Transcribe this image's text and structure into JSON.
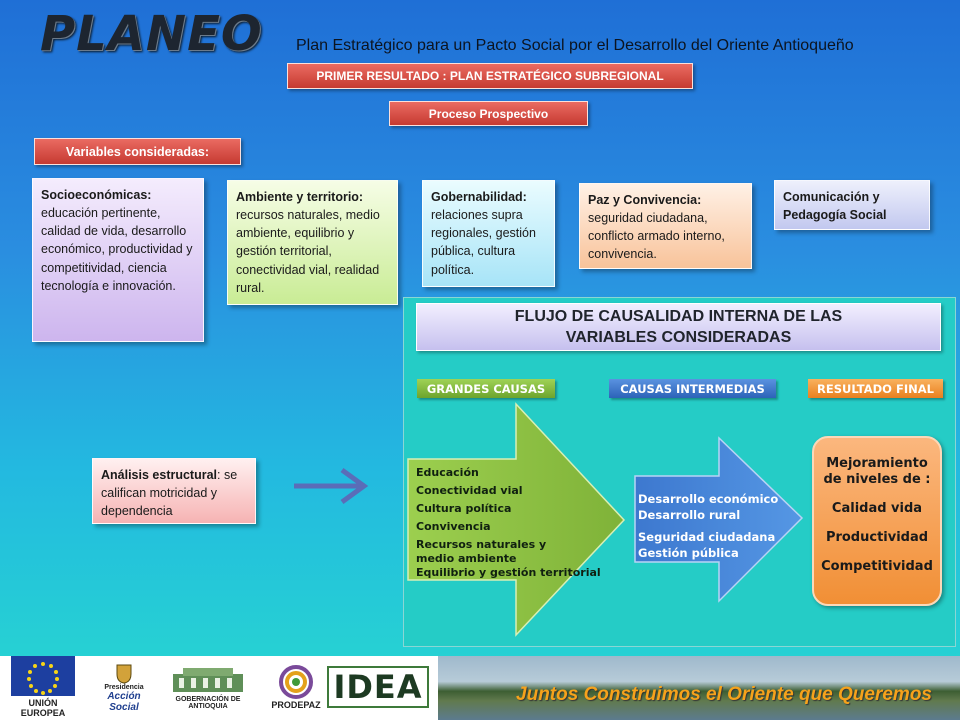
{
  "header": {
    "title": "PLANEO",
    "subtitle": "Plan Estratégico para un Pacto Social por el Desarrollo del Oriente Antioqueño"
  },
  "banners": {
    "primer_resultado": "PRIMER RESULTADO : PLAN ESTRATÉGICO SUBREGIONAL",
    "proceso": "Proceso  Prospectivo",
    "variables": "Variables consideradas:"
  },
  "variables": [
    {
      "title": "Socioeconómicas:",
      "body": "educación pertinente, calidad de vida, desarrollo económico, productividad y competitividad, ciencia tecnología e innovación."
    },
    {
      "title": "Ambiente y territorio:",
      "body": "recursos naturales, medio ambiente, equilibrio y gestión territorial, conectividad vial, realidad rural."
    },
    {
      "title": "Gobernabilidad:",
      "body": "relaciones  supra regionales, gestión pública, cultura política."
    },
    {
      "title": "Paz y Convivencia:",
      "body": "seguridad ciudadana, conflicto armado interno, convivencia."
    },
    {
      "title": "Comunicación y Pedagogía Social",
      "body": ""
    }
  ],
  "analisis": {
    "title": "Análisis estructural",
    "body": ": se califican motricidad y dependencia"
  },
  "flow": {
    "header": "FLUJO DE CAUSALIDAD INTERNA DE LAS  VARIABLES CONSIDERADAS",
    "columns": [
      "GRANDES CAUSAS",
      "CAUSAS INTERMEDIAS",
      "RESULTADO FINAL"
    ],
    "grandes_causas": [
      "Educación",
      "Conectividad vial",
      "Cultura política",
      "Convivencia",
      "Recursos naturales y medio ambiente",
      "Equilibrio y gestión territorial"
    ],
    "causas_intermedias": [
      "Desarrollo económico",
      "Desarrollo rural",
      "Seguridad ciudadana",
      "Gestión pública"
    ],
    "resultado_final": {
      "heading": "Mejoramiento de niveles de :",
      "items": [
        "Calidad vida",
        "Productividad",
        "Competitividad"
      ]
    }
  },
  "footer": {
    "logos": [
      "UNIÓN EUROPEA",
      "Presidencia",
      "Acción Social",
      "GOBERNACIÓN DE ANTIOQUIA",
      "PRODEPAZ",
      "IDEA"
    ],
    "slogan": "Juntos Construimos el Oriente que Queremos"
  },
  "colors": {
    "red_banner": "#d2463c",
    "grandes_causas": "#8bc43f",
    "causas_intermedias": "#3a78d0",
    "resultado_final": "#f39a45"
  }
}
